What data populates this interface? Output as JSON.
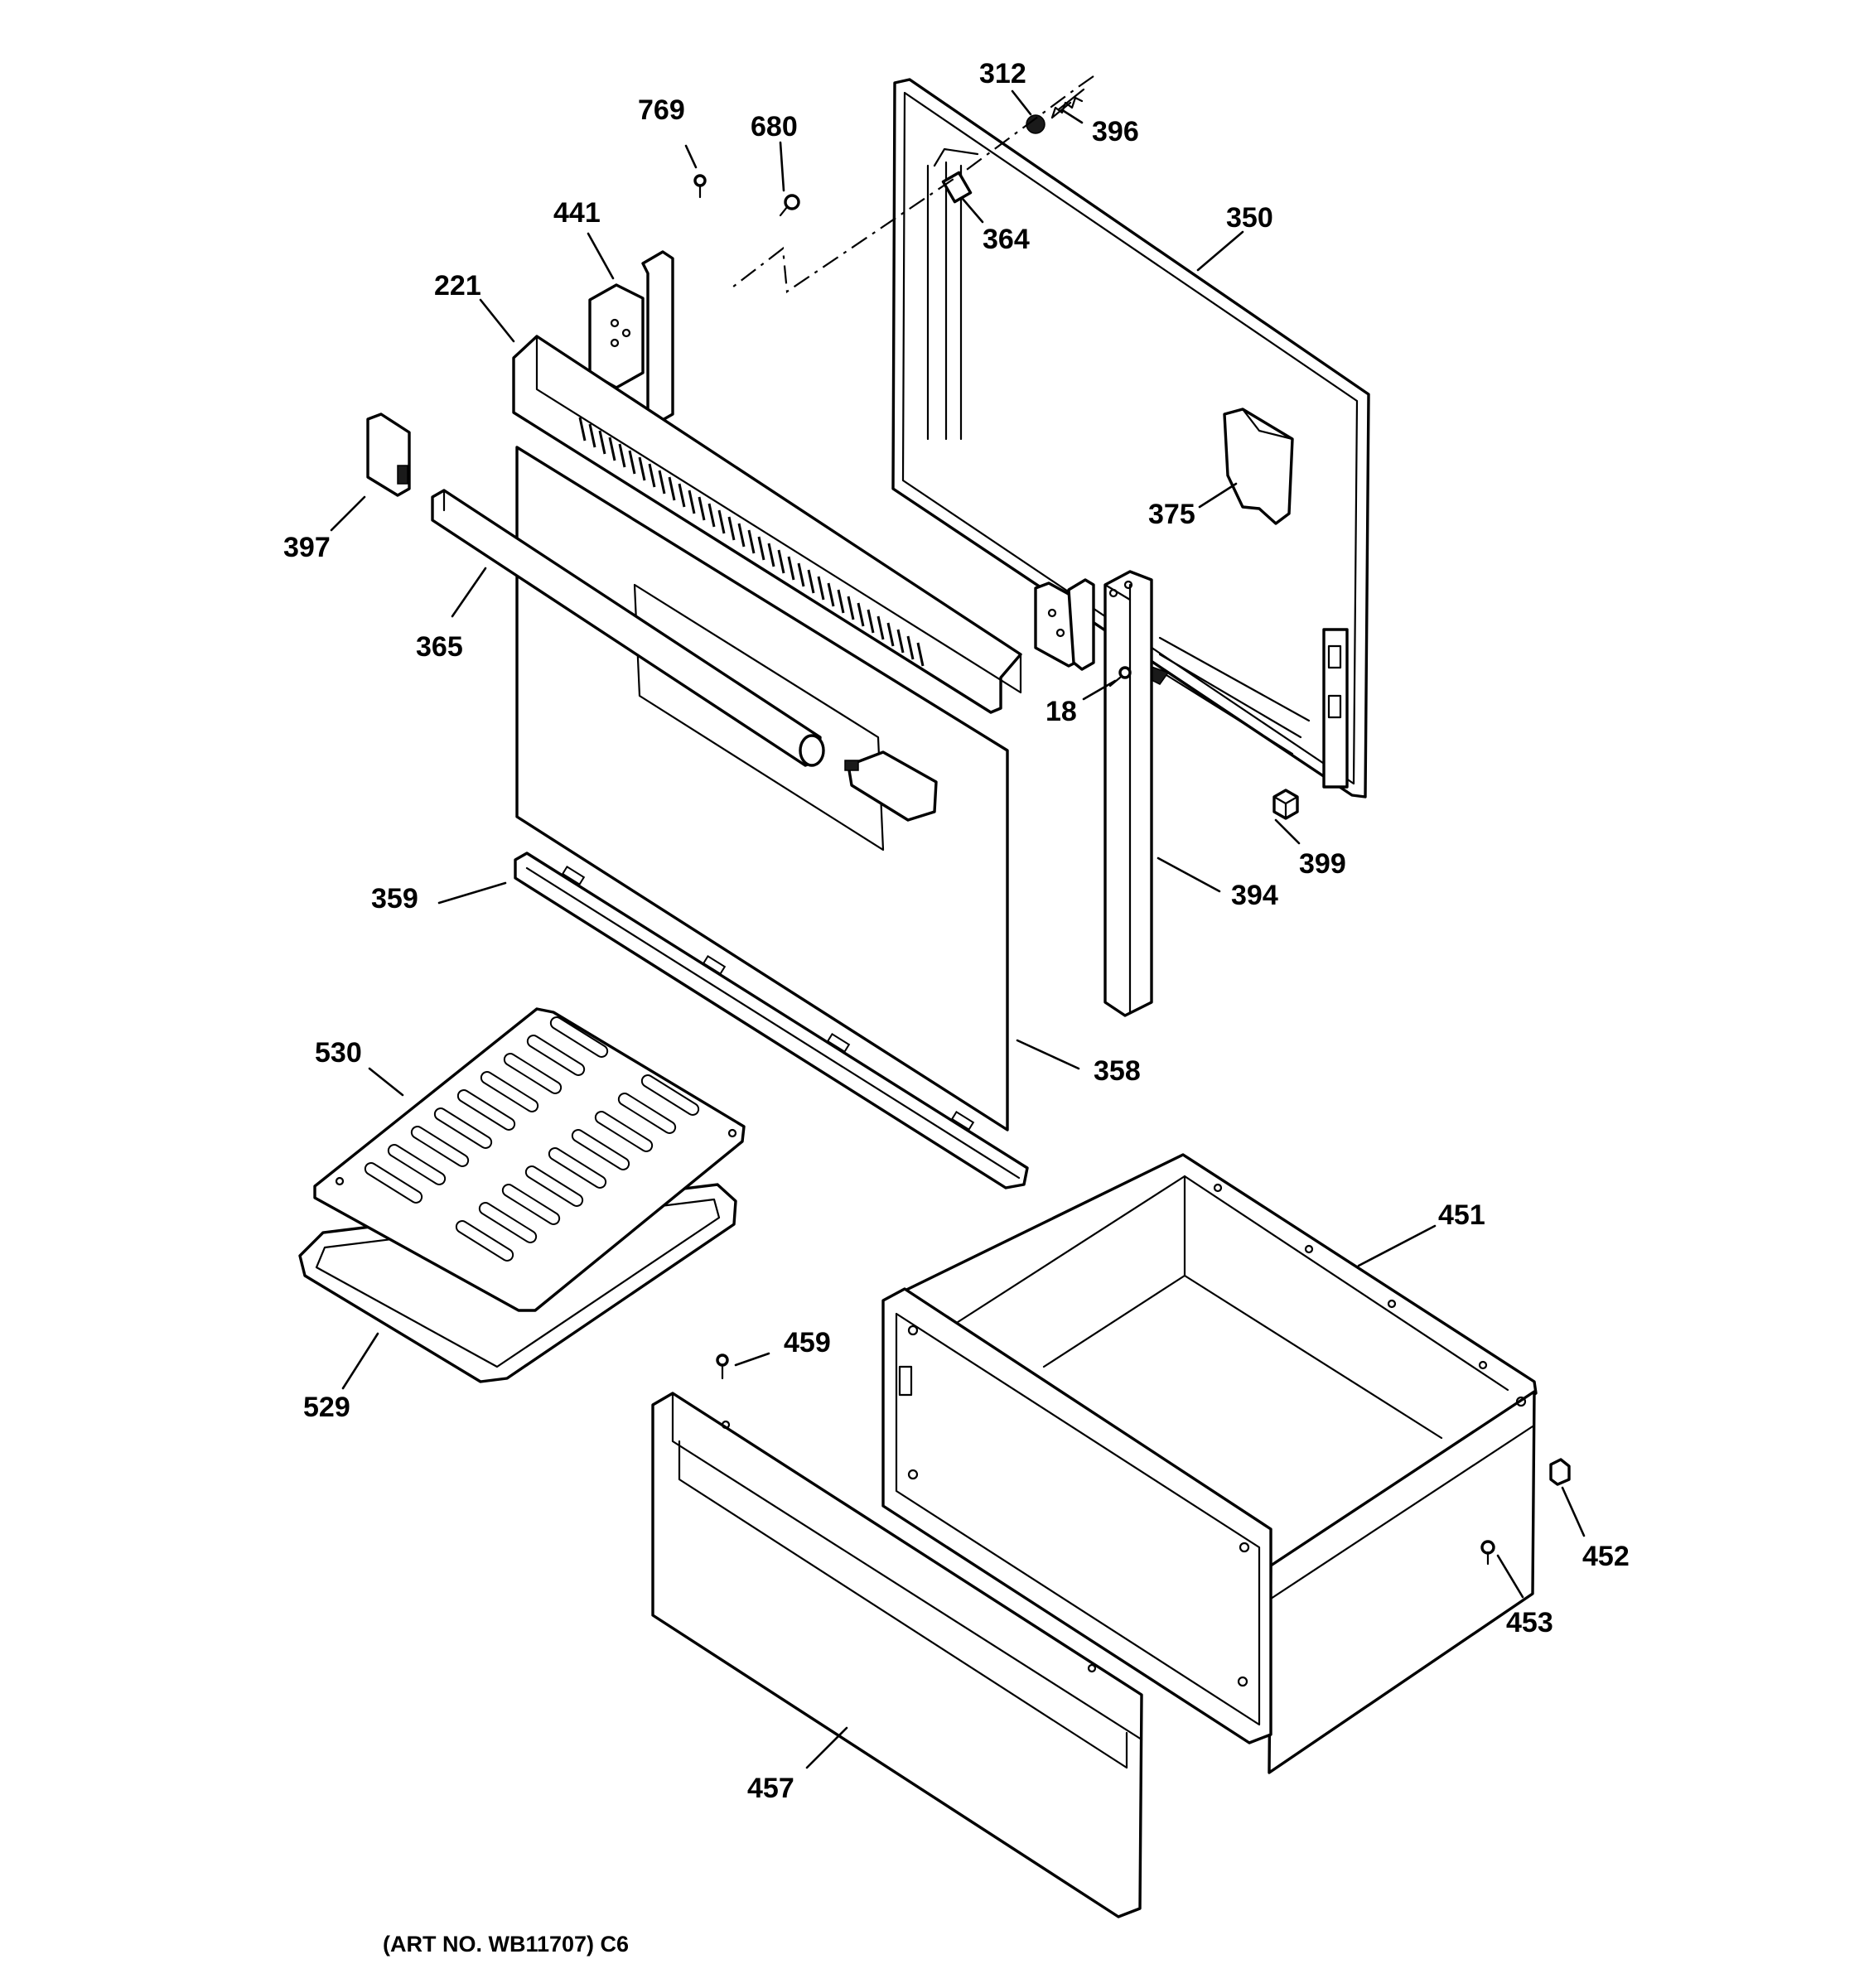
{
  "diagram": {
    "art_number": "(ART NO. WB11707) C6",
    "parts": [
      {
        "id": "p312",
        "label": "312",
        "name": "nut"
      },
      {
        "id": "p396",
        "label": "396",
        "name": "screw"
      },
      {
        "id": "p769",
        "label": "769",
        "name": "screw"
      },
      {
        "id": "p680",
        "label": "680",
        "name": "screw"
      },
      {
        "id": "p364",
        "label": "364",
        "name": "hinge-pin"
      },
      {
        "id": "p350",
        "label": "350",
        "name": "door-liner"
      },
      {
        "id": "p441",
        "label": "441",
        "name": "bracket"
      },
      {
        "id": "p221",
        "label": "221",
        "name": "vent-trim"
      },
      {
        "id": "p397",
        "label": "397",
        "name": "end-cap"
      },
      {
        "id": "p375",
        "label": "375",
        "name": "insulation"
      },
      {
        "id": "p365",
        "label": "365",
        "name": "door-handle"
      },
      {
        "id": "p18",
        "label": "18",
        "name": "screw"
      },
      {
        "id": "p399",
        "label": "399",
        "name": "bumper"
      },
      {
        "id": "p359",
        "label": "359",
        "name": "door-trim"
      },
      {
        "id": "p394",
        "label": "394",
        "name": "side-trim"
      },
      {
        "id": "p530",
        "label": "530",
        "name": "broiler-grid"
      },
      {
        "id": "p358",
        "label": "358",
        "name": "outer-door-panel"
      },
      {
        "id": "p451",
        "label": "451",
        "name": "drawer-body"
      },
      {
        "id": "p459",
        "label": "459",
        "name": "screw"
      },
      {
        "id": "p529",
        "label": "529",
        "name": "broiler-pan"
      },
      {
        "id": "p452",
        "label": "452",
        "name": "glide"
      },
      {
        "id": "p453",
        "label": "453",
        "name": "screw"
      },
      {
        "id": "p457",
        "label": "457",
        "name": "drawer-front"
      }
    ]
  }
}
